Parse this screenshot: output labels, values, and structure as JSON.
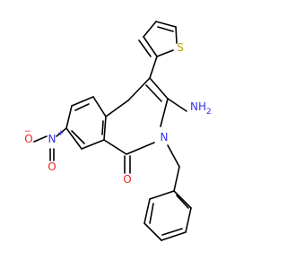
{
  "molecule": {
    "colors": {
      "bond": "#000000",
      "nitrogen": "#3333ee",
      "oxygen": "#ee2222",
      "sulfur": "#b8a000"
    },
    "labels": {
      "sulfur": "S",
      "amine": "NH",
      "amine_sub": "2",
      "ring_n": "N",
      "carbonyl_o": "O",
      "nitro_n": "N",
      "nitro_n_charge": "+",
      "nitro_o_minus": "O",
      "nitro_o_charge": "−",
      "nitro_o": "O"
    }
  }
}
